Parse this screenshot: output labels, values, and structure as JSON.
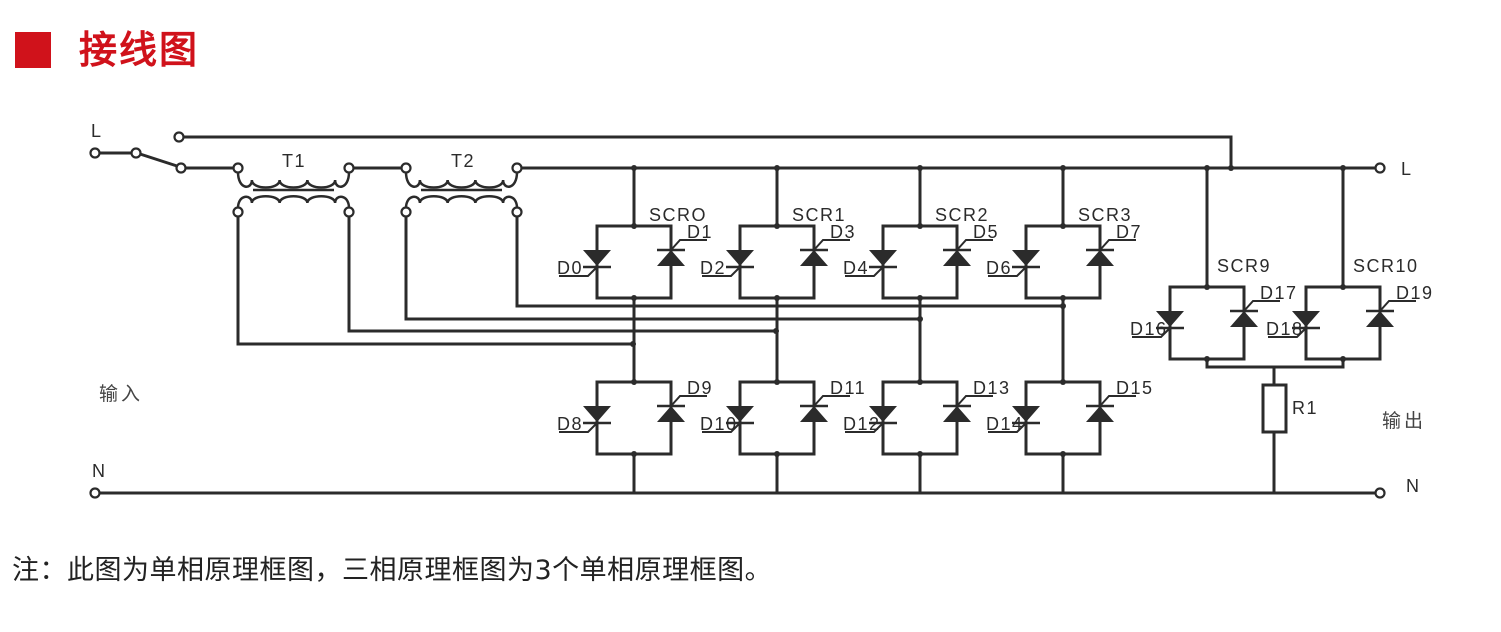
{
  "header": {
    "title": "接线图",
    "accent_color": "#d0121b"
  },
  "diagram": {
    "input_label": "输入",
    "output_label": "输出",
    "line_in": "L",
    "neutral_in": "N",
    "line_out": "L",
    "neutral_out": "N",
    "transformers": [
      "T1",
      "T2"
    ],
    "scr_top": [
      {
        "name": "SCRO",
        "left": "D0",
        "right": "D1"
      },
      {
        "name": "SCR1",
        "left": "D2",
        "right": "D3"
      },
      {
        "name": "SCR2",
        "left": "D4",
        "right": "D5"
      },
      {
        "name": "SCR3",
        "left": "D6",
        "right": "D7"
      }
    ],
    "scr_bottom": [
      {
        "left": "D8",
        "right": "D9"
      },
      {
        "left": "D10",
        "right": "D11"
      },
      {
        "left": "D12",
        "right": "D13"
      },
      {
        "left": "D14",
        "right": "D15"
      }
    ],
    "scr_out": [
      {
        "name": "SCR9",
        "left": "D16",
        "right": "D17"
      },
      {
        "name": "SCR10",
        "left": "D18",
        "right": "D19"
      }
    ],
    "resistor": "R1"
  },
  "note": "注：此图为单相原理框图，三相原理框图为3个单相原理框图。"
}
